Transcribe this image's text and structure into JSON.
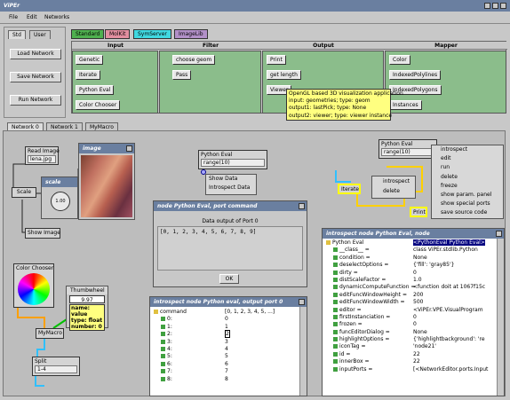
{
  "window": {
    "title": "ViPEr"
  },
  "menubar": [
    "File",
    "Edit",
    "Networks"
  ],
  "library_tabs": [
    "Std",
    "User"
  ],
  "std_buttons": [
    "Load Network",
    "Save Network",
    "Run Network"
  ],
  "category_tabs": [
    {
      "label": "Standard",
      "color": "#4fb04f"
    },
    {
      "label": "MolKit",
      "color": "#e28fa0"
    },
    {
      "label": "SymServer",
      "color": "#40d8e0"
    },
    {
      "label": "ImageLib",
      "color": "#b290c8"
    }
  ],
  "columns": [
    {
      "title": "Input",
      "items": [
        "Genetic",
        "Iterate",
        "Python Eval",
        "Color Chooser"
      ]
    },
    {
      "title": "Filter",
      "items": [
        "choose geom",
        "Pass"
      ]
    },
    {
      "title": "Output",
      "items": [
        "Print",
        "get length",
        "Viewer"
      ]
    },
    {
      "title": "Mapper",
      "items": [
        "Color",
        "IndexedPolylines",
        "IndexedPolygons",
        "Instances"
      ]
    }
  ],
  "tooltip": [
    "OpenGL based 3D visualization application",
    "input: geometries; type: geom",
    "output1: lastPick; type: None",
    "output2: viewer; type: viewer instance"
  ],
  "network_tabs": [
    "Network 0",
    "Network 1",
    "MyMacro"
  ],
  "canvas": {
    "read_image": {
      "title": "Read Image",
      "value": "lena.jpg"
    },
    "image_win_title": "image",
    "scale_node": "Scale",
    "scale_win": {
      "title": "scale",
      "value": "1.00"
    },
    "show_image": "Show Image",
    "pe1": {
      "title": "Python Eval",
      "value": "range(10)"
    },
    "menu1": [
      "Show Data",
      "Introspect Data"
    ],
    "pe2": {
      "title": "Python Eval",
      "value": "range(10)"
    },
    "iterate": "Iterate",
    "print": "Print",
    "menu2": [
      "introspect",
      "delete"
    ],
    "menu3": [
      "introspect",
      "edit",
      "run",
      "delete",
      "freeze",
      "show param. panel",
      "show special ports",
      "save source code"
    ],
    "color_chooser": "Color Chooser",
    "thumbwheel": {
      "title": "Thumbwheel",
      "value": "9.97",
      "tip": [
        "name: value",
        "type: float",
        "number: 0"
      ]
    },
    "mymacro": "MyMacro",
    "split": {
      "title": "Split",
      "value": "1-4"
    }
  },
  "port_dialog": {
    "title": "node Python Eval, port command",
    "label": "Data output of Port 0",
    "data": "[0, 1, 2, 3, 4, 5, 6, 7, 8, 9]",
    "ok": "OK"
  },
  "introspect_output": {
    "title": "introspect node Python eval, output port 0",
    "rows": [
      {
        "k": "command",
        "v": "[0, 1, 2, 3, 4, 5, ...]"
      },
      {
        "k": "0:",
        "v": "0"
      },
      {
        "k": "1:",
        "v": "1"
      },
      {
        "k": "2:",
        "v": "2"
      },
      {
        "k": "3:",
        "v": "3"
      },
      {
        "k": "4:",
        "v": "4"
      },
      {
        "k": "5:",
        "v": "5"
      },
      {
        "k": "6:",
        "v": "6"
      },
      {
        "k": "7:",
        "v": "7"
      },
      {
        "k": "8:",
        "v": "8"
      }
    ]
  },
  "introspect_node": {
    "title": "introspect node Python Eval, node",
    "rows": [
      {
        "k": "Python Eval",
        "v": "<PythonEval Python Eval>"
      },
      {
        "k": "__class__ =",
        "v": "class ViPEr.stdlib.Python"
      },
      {
        "k": "condition =",
        "v": "None"
      },
      {
        "k": "deselectOptions =",
        "v": "{'fill': 'gray85'}"
      },
      {
        "k": "dirty =",
        "v": "0"
      },
      {
        "k": "distScaleFactor =",
        "v": "1.0"
      },
      {
        "k": "dynamicComputeFunction =",
        "v": "<function doit at 1067f15c"
      },
      {
        "k": "editFuncWindowHeight =",
        "v": "200"
      },
      {
        "k": "editFuncWindowWidth =",
        "v": "500"
      },
      {
        "k": "editor =",
        "v": "<ViPEr.VPE.VisualProgram"
      },
      {
        "k": "firstInstanciation =",
        "v": "0"
      },
      {
        "k": "frozen =",
        "v": "0"
      },
      {
        "k": "funcEditorDialog =",
        "v": "None"
      },
      {
        "k": "highlightOptions =",
        "v": "{'highlightbackground': 're"
      },
      {
        "k": "iconTag =",
        "v": "'node21'"
      },
      {
        "k": "id =",
        "v": "22"
      },
      {
        "k": "innerBox =",
        "v": "22"
      },
      {
        "k": "inputPorts =",
        "v": "[<NetworkEditor.ports.Input"
      }
    ]
  }
}
